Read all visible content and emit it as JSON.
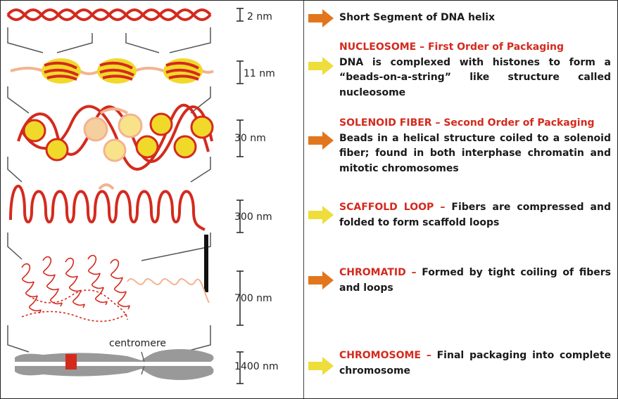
{
  "colors": {
    "dna": "#d42a1e",
    "bead": "#f1d92a",
    "light_dna": "#f2b48f",
    "chromosome": "#999999",
    "orange_arrow": "#e2761c",
    "yellow_arrow": "#eedd3b",
    "heading": "#d42a1e"
  },
  "scales": [
    "2 nm",
    "11 nm",
    "30 nm",
    "300 nm",
    "700 nm",
    "1400 nm"
  ],
  "centromere_label": "centromere",
  "levels": [
    {
      "arrow": "orange",
      "heading": "",
      "body": "Short Segment of DNA helix"
    },
    {
      "arrow": "yellow",
      "heading": "NUCLEOSOME – First Order of Packaging",
      "body": "DNA is complexed with histones to form a “beads-on-a-string” like structure called nucleosome"
    },
    {
      "arrow": "orange",
      "heading": "SOLENOID FIBER – Second Order of Packaging",
      "body": "Beads in a helical structure coiled to a solenoid fiber; found in both interphase chromatin and mitotic chromosomes"
    },
    {
      "arrow": "yellow",
      "heading": "SCAFFOLD LOOP –",
      "body": "Fibers are compressed and folded to form scaffold loops"
    },
    {
      "arrow": "orange",
      "heading": "CHROMATID –",
      "body": "Formed by tight coiling of fibers and loops"
    },
    {
      "arrow": "yellow",
      "heading": "CHROMOSOME –",
      "body": "Final packaging into complete chromosome"
    }
  ]
}
